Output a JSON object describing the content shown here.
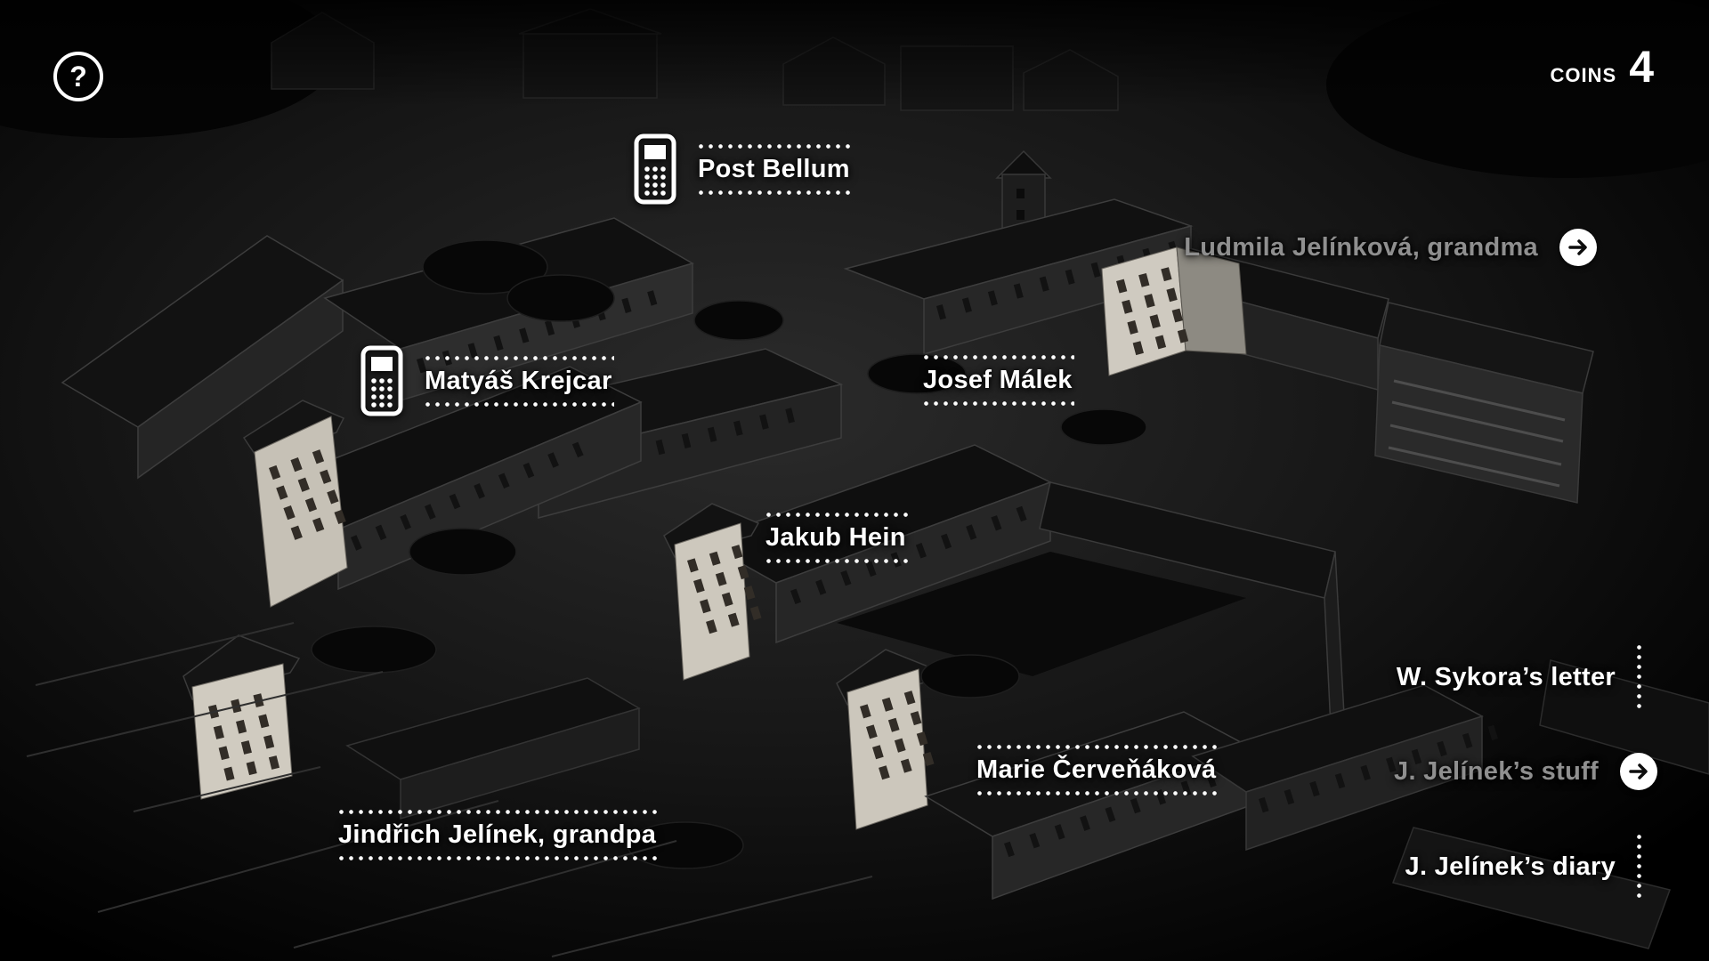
{
  "hud": {
    "help": {
      "icon": "question-mark-icon",
      "glyph": "?"
    },
    "coins": {
      "label": "COINS",
      "value": "4"
    }
  },
  "map_hotspots": [
    {
      "label": "Post Bellum",
      "icon": "mobile-phone-icon"
    },
    {
      "label": "Matyáš Krejcar",
      "icon": "mobile-phone-icon"
    },
    {
      "label": "Josef Málek",
      "icon": null
    },
    {
      "label": "Jakub Hein",
      "icon": null
    },
    {
      "label": "Marie Červeňáková",
      "icon": null
    },
    {
      "label": "Jindřich Jelínek, grandpa",
      "icon": null
    }
  ],
  "side_items": [
    {
      "label": "Ludmila Jelínková, grandma",
      "control": "arrow-right-button",
      "state": "dimmed"
    },
    {
      "label": "W. Sykora’s letter",
      "control": "dotted-marker",
      "state": "normal"
    },
    {
      "label": "J. Jelínek’s stuff",
      "control": "arrow-right-button",
      "state": "dimmed"
    },
    {
      "label": "J. Jelínek’s diary",
      "control": "dotted-marker",
      "state": "normal"
    }
  ],
  "colors": {
    "background": "#000000",
    "text_primary": "#ffffff",
    "text_dimmed": "#8f8f8f",
    "building_lit": "#cfcac0",
    "building_dark": "#262626",
    "accent": "#ffffff"
  }
}
